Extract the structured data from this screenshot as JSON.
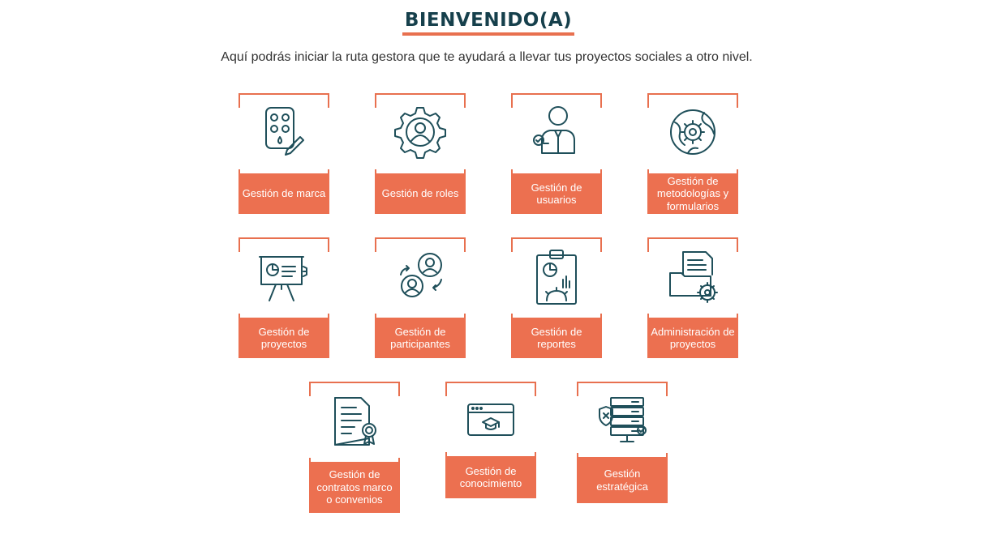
{
  "header": {
    "title": "BIENVENIDO(A)",
    "subtitle": "Aquí podrás iniciar la ruta gestora que te ayudará a llevar tus proyectos sociales a otro nivel."
  },
  "colors": {
    "accent": "#ec7050",
    "icon_stroke": "#1f4f5a",
    "title": "#16404c"
  },
  "modules": [
    {
      "label": "Gestión de marca",
      "icon": "brand-palette-icon"
    },
    {
      "label": "Gestión de roles",
      "icon": "gear-user-icon"
    },
    {
      "label": "Gestión de usuarios",
      "icon": "user-check-icon"
    },
    {
      "label": "Gestión de metodologías y formularios",
      "icon": "globe-gear-icon"
    },
    {
      "label": "Gestión de proyectos",
      "icon": "presentation-board-icon"
    },
    {
      "label": "Gestión de participantes",
      "icon": "participants-exchange-icon"
    },
    {
      "label": "Gestión de reportes",
      "icon": "clipboard-report-icon"
    },
    {
      "label": "Administración de proyectos",
      "icon": "folder-gear-icon"
    },
    {
      "label": "Gestión de contratos marco o convenios",
      "icon": "certificate-document-icon"
    },
    {
      "label": "Gestión de conocimiento",
      "icon": "graduation-browser-icon"
    },
    {
      "label": "Gestión estratégica",
      "icon": "server-shield-icon"
    }
  ]
}
